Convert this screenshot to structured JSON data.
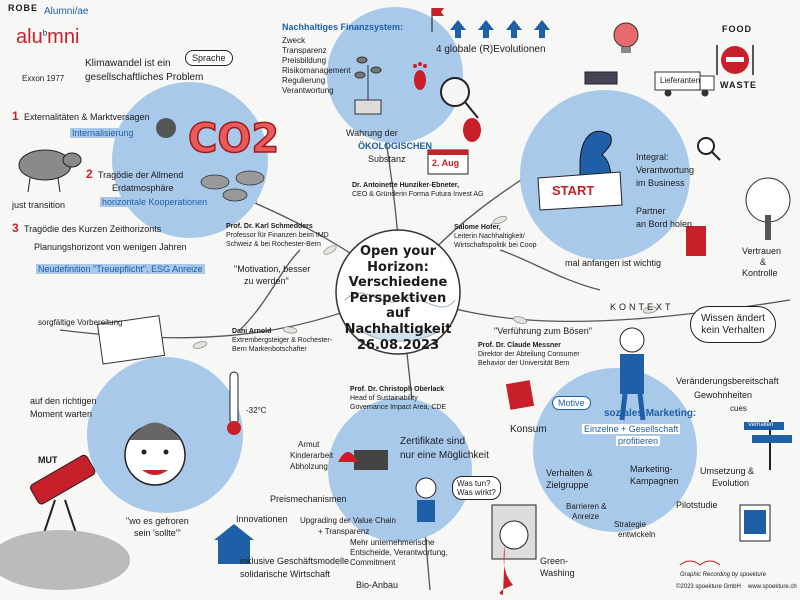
{
  "header": {
    "logo_mark": "ROBE",
    "org": "Alumni/ae",
    "alumni_word": "alu",
    "alumni_word_end": "mni",
    "alumni_superscript": "b"
  },
  "center": {
    "title_lines": [
      "Open your",
      "Horizon:",
      "Verschiedene",
      "Perspektiven auf",
      "Nachhaltigkeit"
    ],
    "date": "26.08.2023"
  },
  "top_left": {
    "sprache": "Sprache",
    "klimawandel": "Klimawandel ist ein",
    "klimawandel2": "gesellschaftliches Problem",
    "exxon": "Exxon 1977",
    "co2": "CO2",
    "p1": "Externalitäten & Marktversagen",
    "p1_num": "1",
    "p1_sub": "Internalisierung",
    "p2_num": "2",
    "p2": "Tragödie der Allmend",
    "p2b": "Erdatmosphäre",
    "p2_sub": "horizontale Kooperationen",
    "p3_num": "3",
    "p3": "Tragödie des Kurzen Zeithorizonts",
    "p3b": "Planungshorizont von wenigen Jahren",
    "p3_sub": "Neudefinition \"Treuepflicht\", ESG Anreize",
    "just": "just transition",
    "speaker": "Prof. Dr. Karl Schmedders",
    "speaker_role1": "Professor für Finanzen beim IMD",
    "speaker_role2": "Schweiz & bei Rochester-Bern",
    "motivation": "\"Motivation, besser",
    "motivation2": "zu werden\""
  },
  "top_middle": {
    "heading": "Nachhaltiges Finanzsystem:",
    "items": [
      "Zweck",
      "Transparenz",
      "Preisbildung",
      "Risikomanagement",
      "Regulierung",
      "Verantwortung"
    ],
    "evolutionen": "4 globale (R)Evolutionen",
    "wahrung": "Wahrung der",
    "oekolog": "ÖKOLOGISCHEN",
    "substanz": "Substanz",
    "date_tag": "2. Aug",
    "speaker": "Dr. Antoinette Hunziker-Ebneter,",
    "speaker_role": "CEO & Gründerin Forma Futura Invest AG"
  },
  "top_right": {
    "food": "FOOD",
    "waste": "WASTE",
    "lieferanten": "Lieferanten",
    "integral": "Integral:",
    "integral2": "Verantwortung",
    "integral3": "im Business",
    "partner": "Partner",
    "partner2": "an Bord holen",
    "start": "START",
    "anfangen": "mal anfangen ist wichtig",
    "speaker": "Salome Hofer,",
    "speaker_role1": "Leiterin Nachhaltigkeit/",
    "speaker_role2": "Wirtschaftspolitik bei Coop",
    "vertrauen": "Vertrauen",
    "kontrolle": "Kontrolle",
    "vertrauen_amp": "&"
  },
  "bottom_left": {
    "vorbereitung": "sorgfältige Vorbereitung",
    "moment": "auf den richtigen",
    "moment2": "Moment warten",
    "mut": "MUT",
    "speaker": "Dani Arnold",
    "speaker_role1": "Extrembergsteiger & Rochester-",
    "speaker_role2": "Bern Markenbotschafter",
    "temp": "-32°C",
    "quote": "\"wo es gefroren",
    "quote2": "sein 'sollte'\""
  },
  "bottom_middle": {
    "speaker": "Prof. Dr. Christoph Oberlack",
    "speaker_role1": "Head of Sustainability",
    "speaker_role2": "Governance Impact Area, CDE",
    "armut": "Armut",
    "kinderarbeit": "Kinderarbeit",
    "abholzung": "Abholzung",
    "zertifikate": "Zertifikate sind",
    "zertifikate2": "nur eine Möglichkeit",
    "wastun": "Was tun?",
    "wastun2": "Was wirkt?",
    "preis": "Preismechanismen",
    "innovationen": "Innovationen",
    "upgrading": "Upgrading der Value Chain",
    "transparenz": "+ Transparenz",
    "inklusive": "inklusive Geschäftsmodelle",
    "solidarisch": "solidarische Wirtschaft",
    "mehr": "Mehr unternehmerische",
    "mehr2": "Entscheide, Verantwortung,",
    "mehr3": "Commitment",
    "bio": "Bio-Anbau"
  },
  "bottom_right": {
    "verfuehrung": "\"Verführung zum Bösen\"",
    "kontext": "KONTEXT",
    "wissen": "Wissen ändert",
    "wissen2": "kein Verhalten",
    "speaker": "Prof. Dr. Claude Messner",
    "speaker_role1": "Direktor der Abteilung Consumer",
    "speaker_role2": "Behavior der Universität Bern",
    "konsum": "Konsum",
    "motive": "Motive",
    "sozial": "soziales Marketing:",
    "einzelne": "Einzelne + Gesellschaft",
    "profitieren": "profitieren",
    "veraenderung": "Veränderungsbereitschaft",
    "gewohnheiten": "Gewohnheiten",
    "cues": "cues",
    "verhalten_sign": "Verhalten",
    "verhalten": "Verhalten &",
    "zielgruppe": "Zielgruppe",
    "barrieren": "Barrieren &",
    "anreize": "Anreize",
    "marketing": "Marketing-",
    "kampagnen": "Kampagnen",
    "strategie": "Strategie",
    "entwickeln": "entwickeln",
    "pilotstudie": "Pilotstudie",
    "umsetzung": "Umsetzung &",
    "evolution": "Evolution",
    "greenwashing": "Green-",
    "greenwashing2": "Washing",
    "graphic": "Graphic Recording by spoekture",
    "copyright": "©2023 spoekture GmbH",
    "url": "www.spoekture.ch"
  },
  "colors": {
    "bubble": "#a9c9ea",
    "accent_blue": "#1f5fa8",
    "accent_red": "#c8202a",
    "ink": "#1b2a4a"
  }
}
